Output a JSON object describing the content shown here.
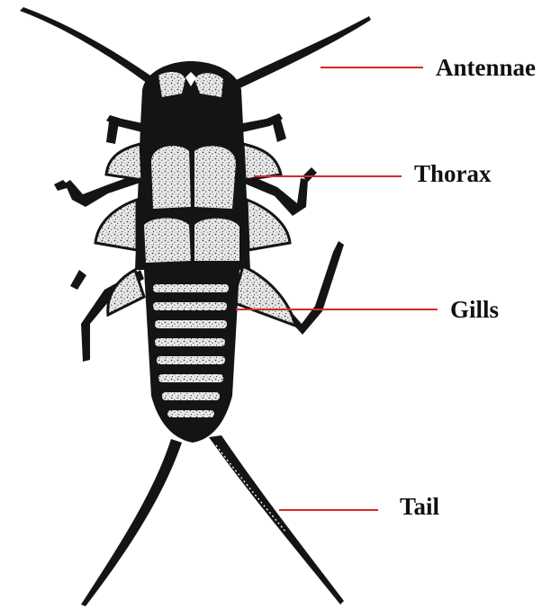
{
  "labels": {
    "antennae": "Antennae",
    "thorax": "Thorax",
    "gills": "Gills",
    "tail": "Tail"
  },
  "colors": {
    "leader_line": "#d42a2a",
    "insect_body": "#141414",
    "insect_speckle": "#f1f1f1",
    "background": "#ffffff"
  }
}
